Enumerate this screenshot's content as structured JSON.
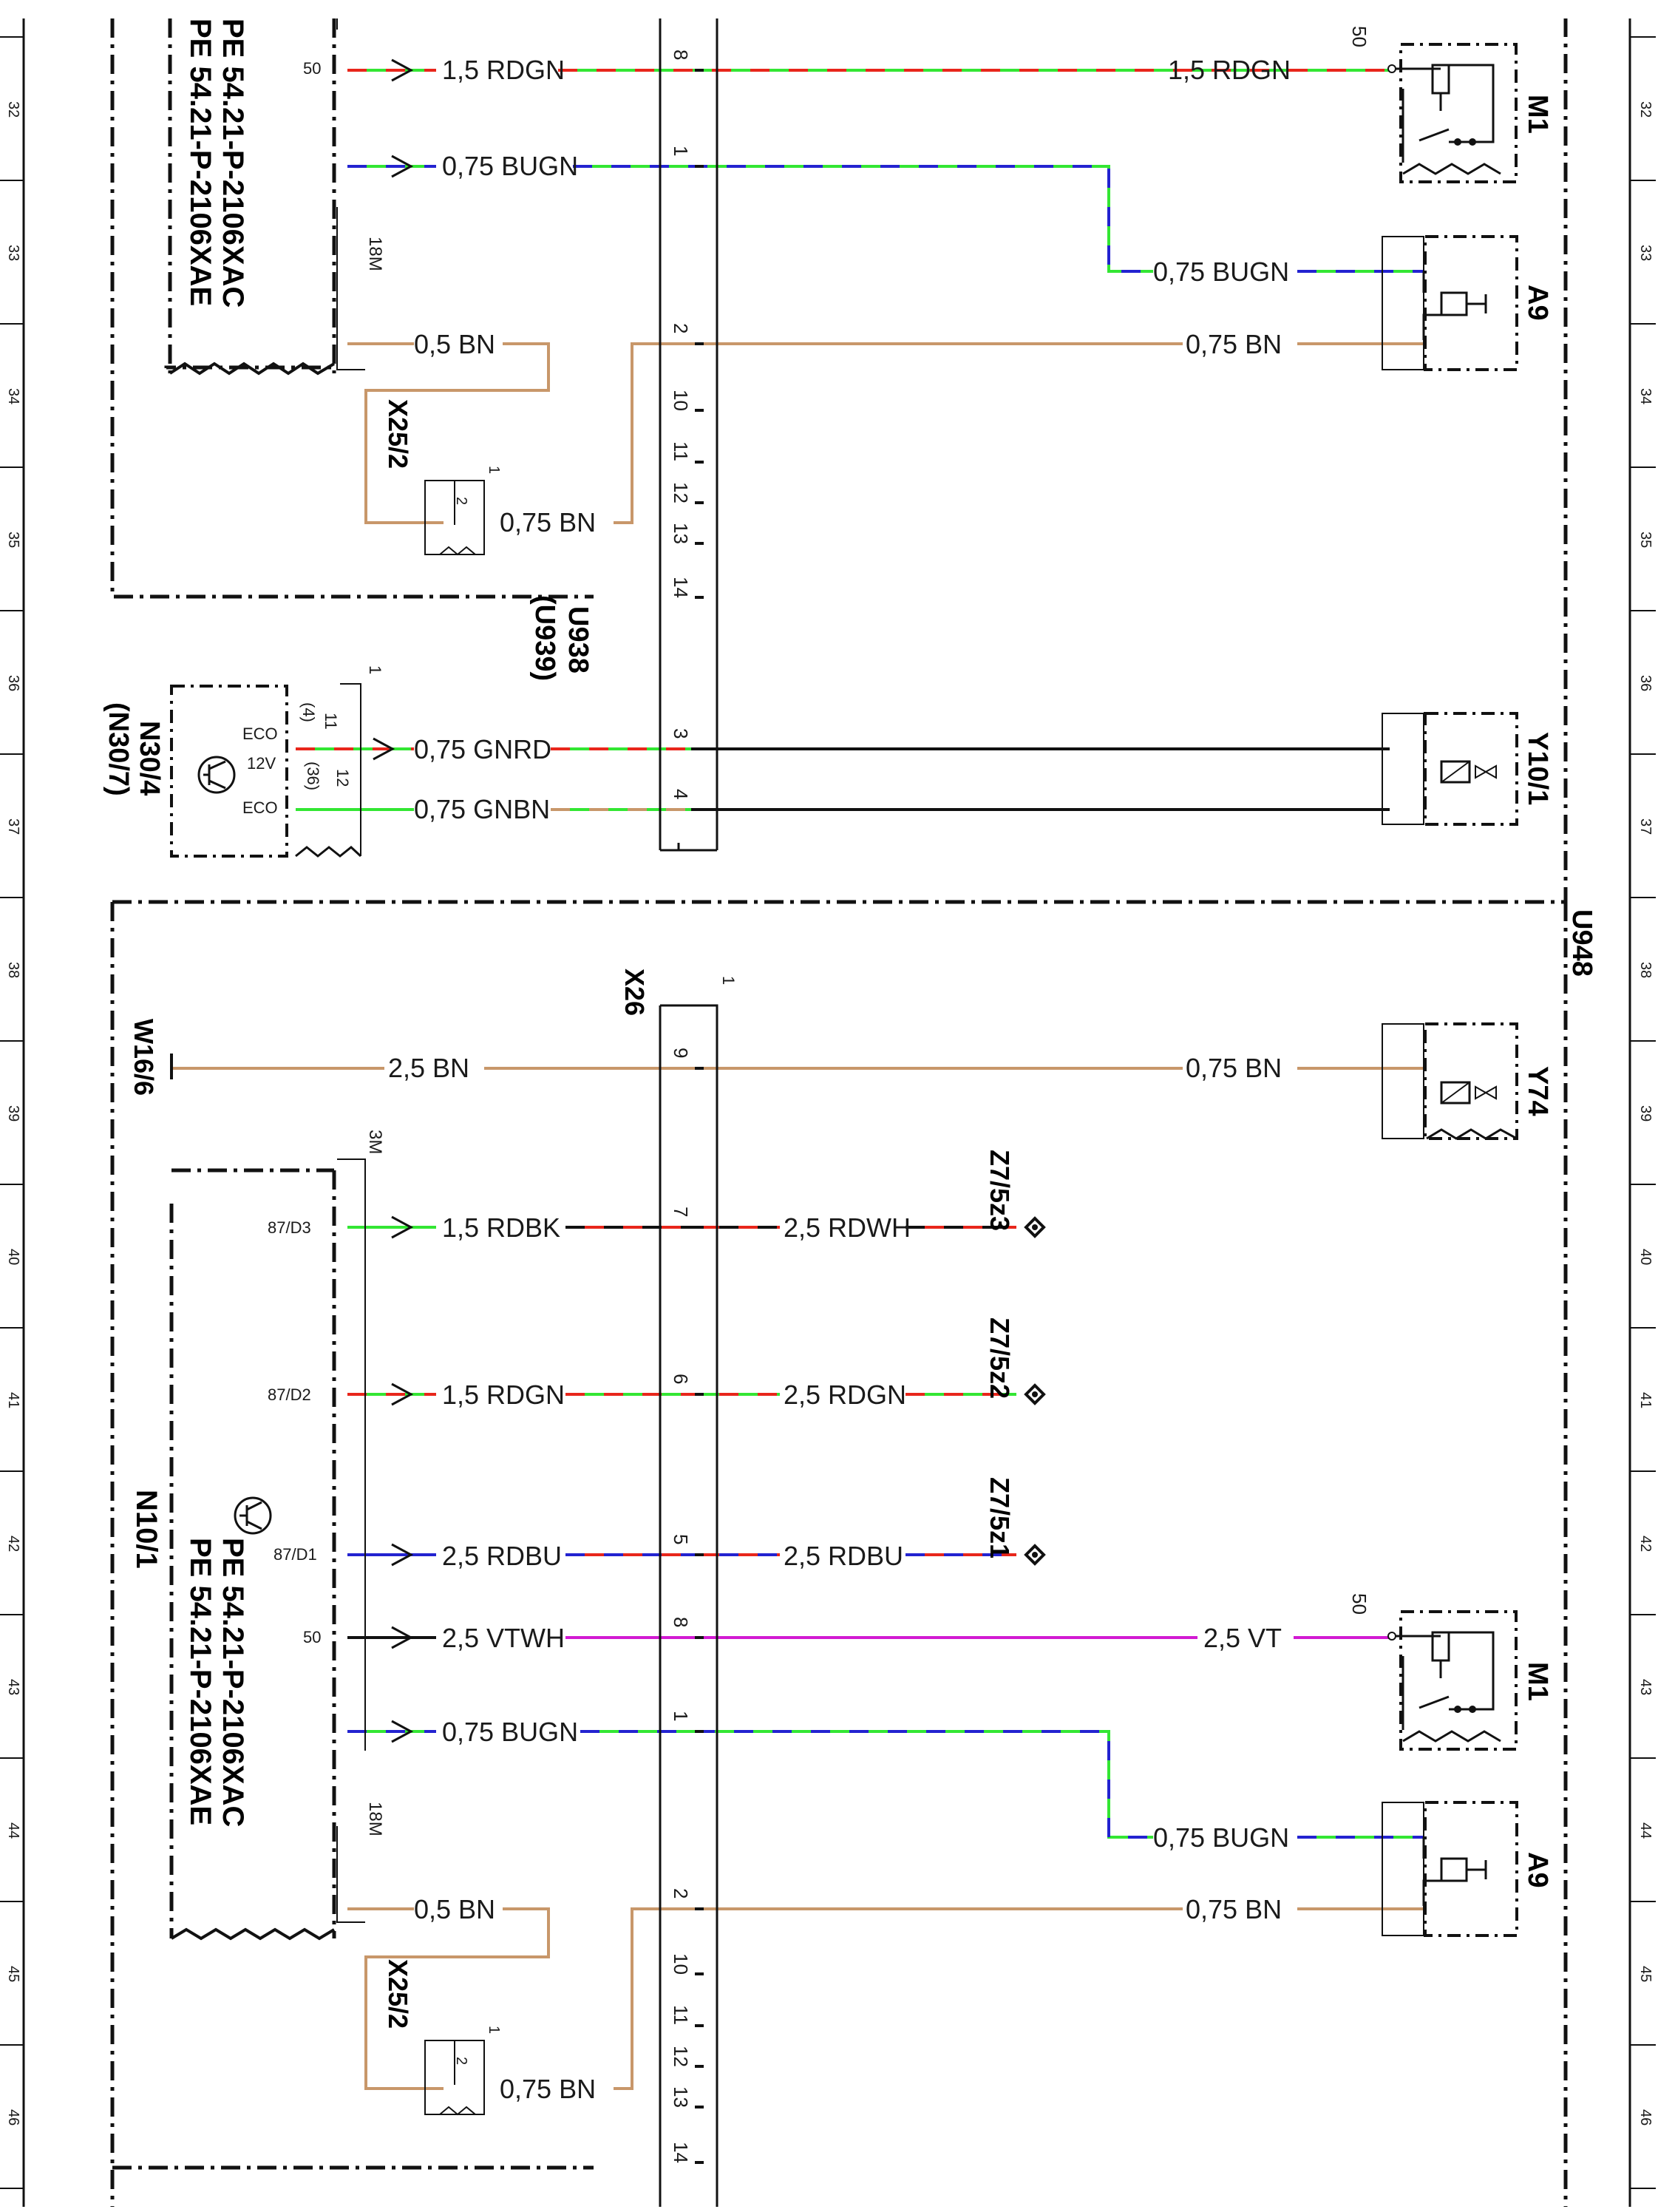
{
  "grid": {
    "row_numbers": [
      "32",
      "33",
      "34",
      "35",
      "36",
      "37",
      "38",
      "39",
      "40",
      "41",
      "42",
      "43",
      "44",
      "45",
      "46"
    ]
  },
  "colors": {
    "RD": "#e8261b",
    "GN": "#33e633",
    "BU": "#2323d0",
    "BN": "#c8976a",
    "BK": "#111111",
    "WH": "#ffffff",
    "VT": "#d21ad2"
  },
  "connector_x26": {
    "label": "X26",
    "pin1_mark": "1",
    "pins_upper": [
      "8",
      "1",
      "2",
      "10",
      "11",
      "12",
      "13",
      "14",
      "3",
      "4"
    ],
    "pins_lower": [
      "9",
      "7",
      "6",
      "5",
      "8",
      "1",
      "2",
      "10",
      "11",
      "12",
      "13",
      "14"
    ]
  },
  "modules": {
    "upper_control_unit": {
      "references": [
        "PE 54.21-P-2106XAC",
        "PE 54.21-P-2106XAE"
      ],
      "pin_50": "50",
      "connector_18m": "18M"
    },
    "n30_4": {
      "label": "N30/4",
      "alt_label": "(N30/7)",
      "eco_top": "ECO",
      "v12": "12V",
      "eco_bottom": "ECO",
      "pin_11": "11",
      "pin_4": "(4)",
      "pin_12": "12",
      "pin_36": "(36)",
      "conn_1": "1"
    },
    "n10_1": {
      "label": "N10/1",
      "references": [
        "PE 54.21-P-2106XAC",
        "PE 54.21-P-2106XAE"
      ],
      "connector_3m": "3M",
      "connector_18m": "18M",
      "pin_87d3": "87/D3",
      "pin_87d2": "87/D2",
      "pin_87d1": "87/D1",
      "pin_50": "50"
    },
    "x25_2": {
      "label": "X25/2",
      "pin_1": "1",
      "pin_2": "2"
    },
    "zone_u938": {
      "label": "U938",
      "alt_label": "(U939)"
    },
    "zone_u948": {
      "label": "U948"
    },
    "w16_6": {
      "label": "W16/6"
    }
  },
  "components": {
    "m1": "M1",
    "m1_pin": "50",
    "a9": "A9",
    "y10_1": "Y10/1",
    "y74": "Y74",
    "z7_5z3": "Z7/5z3",
    "z7_5z2": "Z7/5z2",
    "z7_5z1": "Z7/5z1"
  },
  "wires": {
    "w1": {
      "left": "1,5 RDGN",
      "right": "1,5 RDGN"
    },
    "w2": {
      "left": "0,75 BUGN",
      "right": "0,75 BUGN"
    },
    "w3": {
      "left": "0,5 BN"
    },
    "w4": {
      "left": "0,75 BN",
      "right": "0,75 BN"
    },
    "w5": {
      "left": "0,75 GNRD"
    },
    "w6": {
      "left": "0,75 GNBN"
    },
    "w7": {
      "left": "2,5 BN",
      "right": "0,75 BN"
    },
    "w8": {
      "left": "1,5 RDBK",
      "right": "2,5 RDWH"
    },
    "w9": {
      "left": "1,5 RDGN",
      "right": "2,5 RDGN"
    },
    "w10": {
      "left": "2,5 RDBU",
      "right": "2,5 RDBU"
    },
    "w11": {
      "left": "2,5 VTWH",
      "right": "2,5 VT"
    },
    "w12": {
      "left": "0,75 BUGN",
      "right": "0,75 BUGN"
    },
    "w13": {
      "left": "0,5 BN"
    },
    "w14": {
      "left": "0,75 BN",
      "right": "0,75 BN"
    }
  }
}
